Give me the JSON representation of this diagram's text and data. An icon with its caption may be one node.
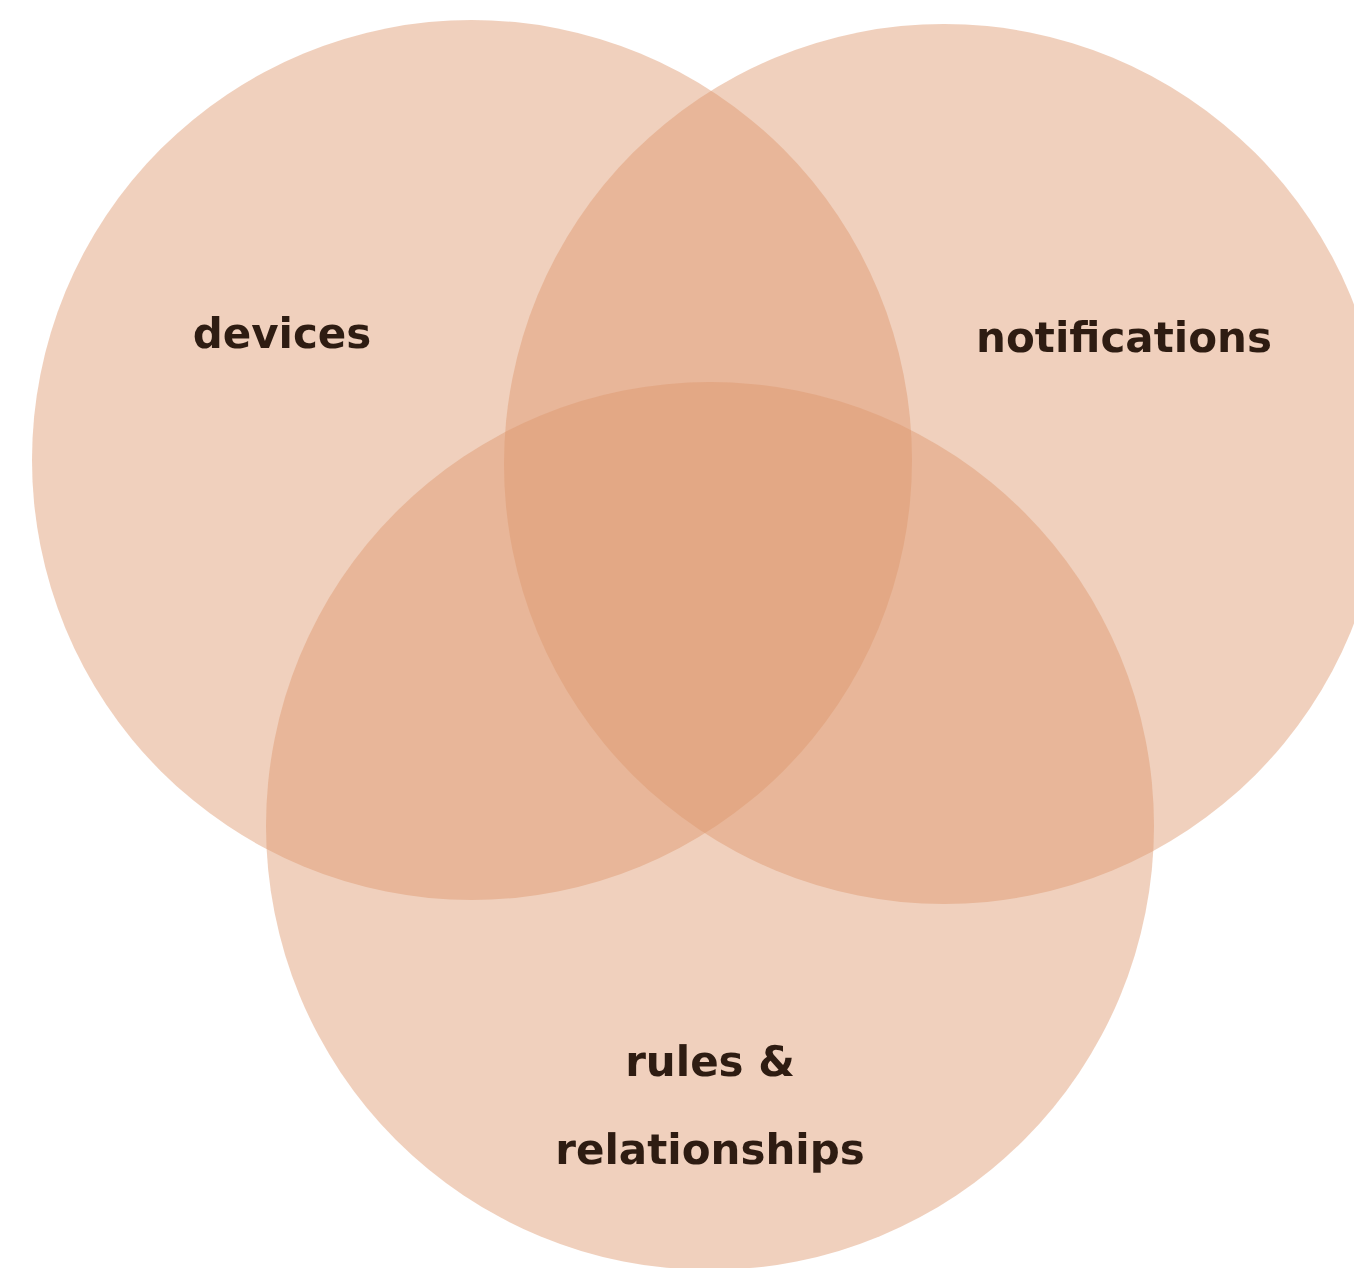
{
  "diagram": {
    "nodes": [
      {
        "text": [
          "devices"
        ]
      },
      {
        "text": [
          "notifications"
        ]
      },
      {
        "text": [
          "rules & relationships"
        ]
      }
    ]
  }
}
